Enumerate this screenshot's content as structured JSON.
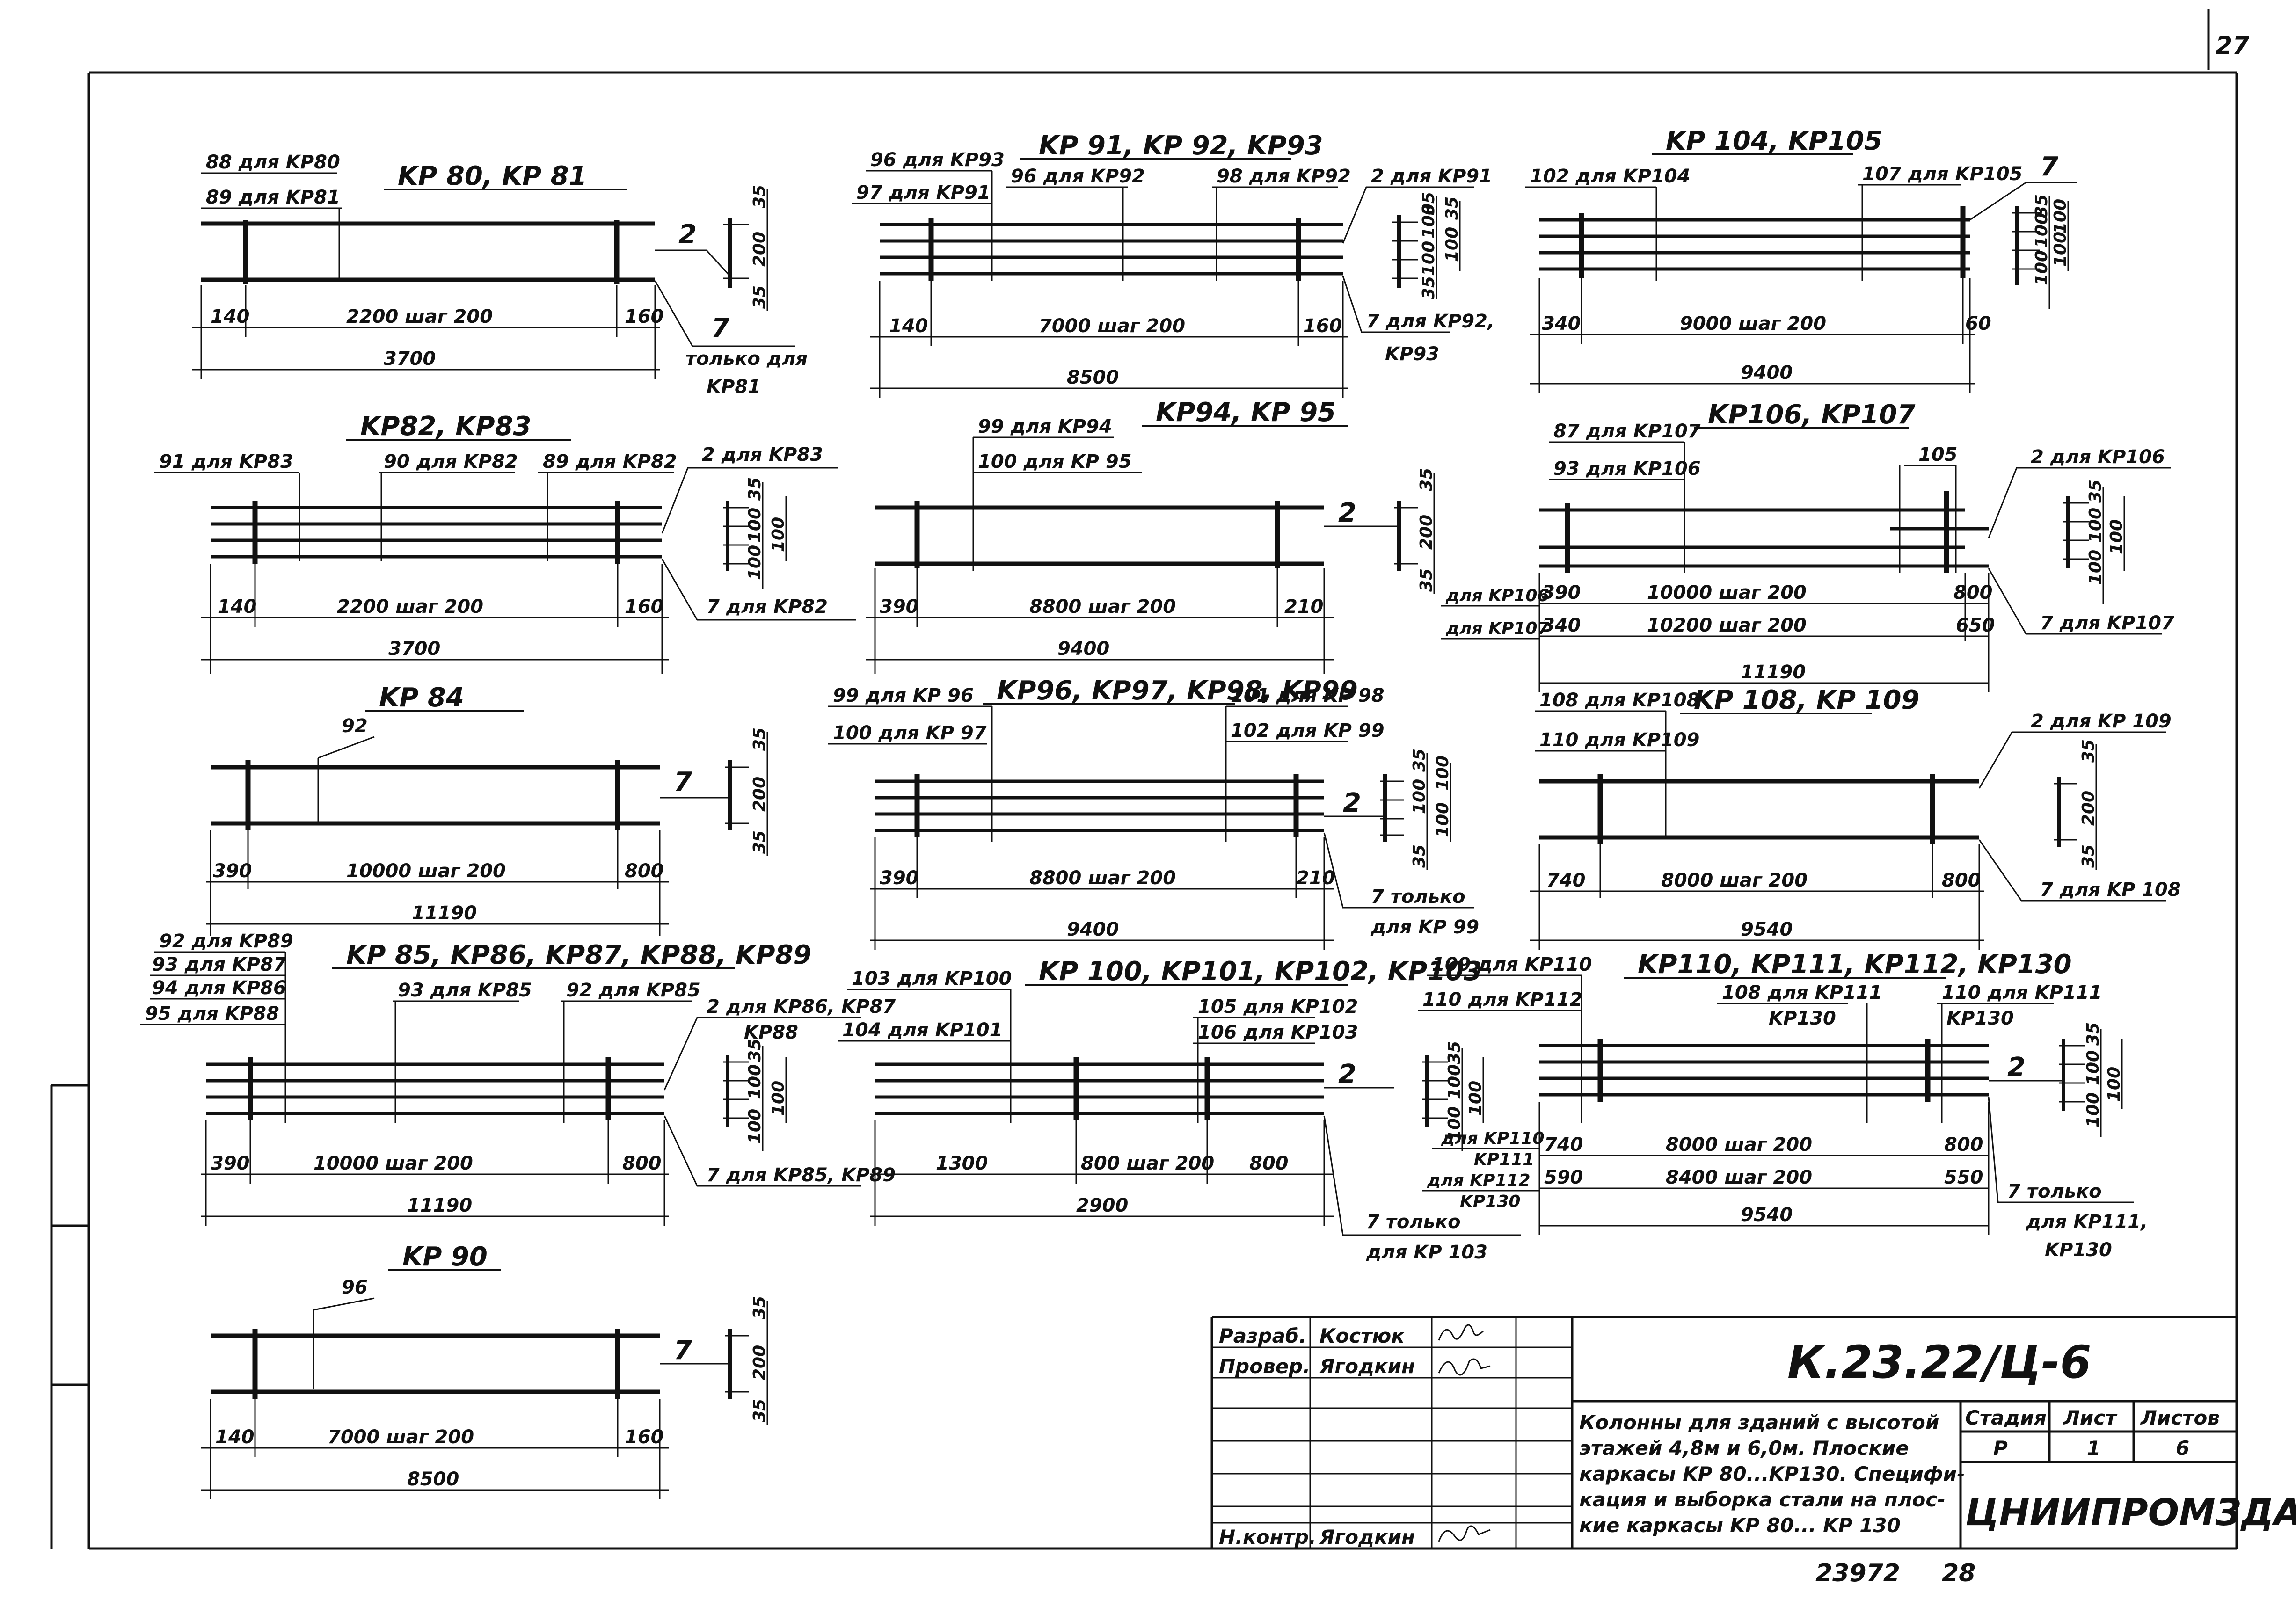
{
  "page_number": "27",
  "bottom_numbers": {
    "doc": "23972",
    "page": "28"
  },
  "frames": {
    "kp80": {
      "title": "KP 80, KP 81",
      "rod_labels": [
        "88 для KP80",
        "89 для KP81"
      ],
      "right_label": "2",
      "lower_label": "7",
      "note": [
        "только для",
        "KP81"
      ],
      "dims": [
        "140",
        "2200  шаг 200",
        "160",
        "3700"
      ],
      "section_dims": [
        "35",
        "200",
        "35"
      ]
    },
    "kp91": {
      "title": "KP 91, KP 92, KP93",
      "rod_labels": [
        "96 для KP93",
        "97 для KP91",
        "96 для KP92",
        "98 для KP92"
      ],
      "right_label": "2 для KP91",
      "lower_label": "7 для KP92,",
      "note": [
        "KP93"
      ],
      "dims": [
        "140",
        "7000  шаг 200",
        "160",
        "8500"
      ],
      "section_dims": [
        "35",
        "100",
        "35",
        "100",
        "100",
        "35"
      ]
    },
    "kp104": {
      "title": "KP 104, KP105",
      "rod_labels": [
        "102 для KP104",
        "107 для KP105"
      ],
      "right_label": "7",
      "dims": [
        "340",
        "9000  шаг 200",
        "60",
        "9400"
      ],
      "section_dims": [
        "35",
        "100",
        "100",
        "100",
        "100"
      ]
    },
    "kp82": {
      "title": "KP82, KP83",
      "rod_labels": [
        "91 для KP83",
        "90 для KP82",
        "89 для KP82"
      ],
      "right_label": "2 для KP83",
      "lower_label": "7 для KP82",
      "dims": [
        "140",
        "2200  шаг 200",
        "160",
        "3700"
      ],
      "section_dims": [
        "35",
        "100",
        "100",
        "100"
      ]
    },
    "kp94": {
      "title": "KP94, KP 95",
      "rod_labels": [
        "99 для KP94",
        "100 для KP 95"
      ],
      "right_label": "2",
      "dims": [
        "390",
        "8800  шаг 200",
        "210",
        "9400"
      ],
      "section_dims": [
        "35",
        "200",
        "35"
      ]
    },
    "kp106": {
      "title": "KP106, KP107",
      "rod_labels": [
        "87 для KP107",
        "93 для KP106",
        "105"
      ],
      "right_label": "2 для KP106",
      "lower_label": "7 для KP107",
      "left_notes": [
        "для KP106",
        "для KP107"
      ],
      "dims": [
        "390",
        "10000  шаг 200",
        "800",
        "340",
        "10200  шаг 200",
        "650",
        "11190"
      ],
      "section_dims": [
        "35",
        "100",
        "100",
        "100"
      ]
    },
    "kp84": {
      "title": "KP 84",
      "rod_labels": [
        "92"
      ],
      "right_label": "7",
      "dims": [
        "390",
        "10000  шаг 200",
        "800",
        "11190"
      ],
      "section_dims": [
        "35",
        "200",
        "35"
      ]
    },
    "kp96": {
      "title": "KP96, KP97, KP98, KP99",
      "rod_labels": [
        "99 для KP 96",
        "100 для KP 97",
        "101 для KP 98",
        "102 для KP 99"
      ],
      "right_label": "2",
      "lower_label": "7 только",
      "note": [
        "для KP 99"
      ],
      "dims": [
        "390",
        "8800  шаг 200",
        "210",
        "9400"
      ],
      "section_dims": [
        "35",
        "100",
        "100",
        "100",
        "35"
      ]
    },
    "kp108": {
      "title": "KP 108, KP 109",
      "rod_labels": [
        "108 для KP108",
        "110 для KP109"
      ],
      "right_label": "2 для KP 109",
      "lower_label": "7 для KP 108",
      "dims": [
        "740",
        "8000  шаг 200",
        "800",
        "9540"
      ],
      "section_dims": [
        "35",
        "200",
        "35"
      ]
    },
    "kp85": {
      "title": "KP 85, KP86, KP87, KP88, KP89",
      "rod_labels": [
        "92 для KP89",
        "93 для KP87",
        "94 для KP86",
        "95 для KP88",
        "93 для KP85",
        "92 для KP85"
      ],
      "right_label": "2 для KP86, KP87",
      "right_label2": "KP88",
      "lower_label": "7 для KP85, KP89",
      "dims": [
        "390",
        "10000  шаг 200",
        "800",
        "11190"
      ],
      "section_dims": [
        "35",
        "100",
        "100",
        "100"
      ]
    },
    "kp100": {
      "title": "KP 100, KP101, KP102, KP103",
      "rod_labels": [
        "103 для KP100",
        "104 для KP101",
        "105 для KP102",
        "106 для KP103"
      ],
      "right_label": "2",
      "lower_label": "7 только",
      "note": [
        "для KP 103"
      ],
      "dims": [
        "1300",
        "800 шаг 200",
        "800",
        "2900"
      ],
      "section_dims": [
        "35",
        "100",
        "100",
        "100"
      ]
    },
    "kp110": {
      "title": "KP110, KP111, KP112, KP130",
      "rod_labels": [
        "109 для KP110",
        "110 для KP112",
        "108 для KP111",
        "KP130",
        "110 для KP111",
        "KP130"
      ],
      "right_label": "2",
      "lower_label": "7 только",
      "note": [
        "для KP111,",
        "KP130"
      ],
      "left_notes": [
        "для KP110",
        "KP111",
        "для KP112",
        "KP130"
      ],
      "dims": [
        "740",
        "8000  шаг 200",
        "800",
        "590",
        "8400  шаг 200",
        "550",
        "9540"
      ],
      "section_dims": [
        "35",
        "100",
        "100",
        "100"
      ]
    },
    "kp90": {
      "title": "KP 90",
      "rod_labels": [
        "96"
      ],
      "right_label": "7",
      "dims": [
        "140",
        "7000  шаг 200",
        "160",
        "8500"
      ],
      "section_dims": [
        "35",
        "200",
        "35"
      ]
    }
  },
  "title_block": {
    "roles": [
      "Разраб.",
      "Провер.",
      "Н.контр."
    ],
    "names": [
      "Костюк",
      "Ягодкин",
      "Ягодкин"
    ],
    "code": "К.23.22/Ц-6",
    "description": [
      "Колонны для зданий с высотой",
      "этажей 4,8м и 6,0м. Плоские",
      "каркасы KP 80...KP130. Специфи-",
      "кация и выборка стали на плос-",
      "кие каркасы KP 80... KP 130"
    ],
    "headers": [
      "Стадия",
      "Лист",
      "Листов"
    ],
    "values": [
      "Р",
      "1",
      "6"
    ],
    "org": "ЦНИИПРОМЗДАНИЙ"
  }
}
